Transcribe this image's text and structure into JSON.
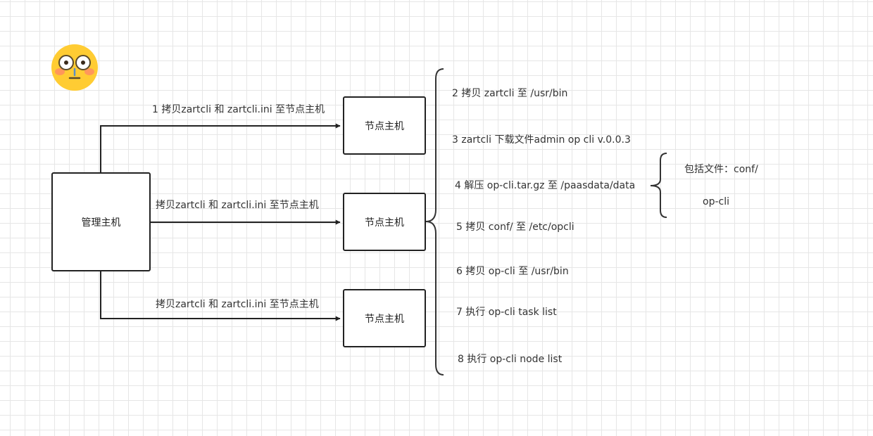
{
  "nodes": {
    "manager": "管理主机",
    "node_1": "节点主机",
    "node_2": "节点主机",
    "node_3": "节点主机"
  },
  "edges": {
    "copy_1": "1 拷贝zartcli 和 zartcli.ini 至节点主机",
    "copy_2": "拷贝zartcli 和 zartcli.ini 至节点主机",
    "copy_3": "拷贝zartcli 和 zartcli.ini 至节点主机"
  },
  "steps": [
    "2 拷贝 zartcli 至 /usr/bin",
    "3 zartcli 下载文件admin  op  cli  v.0.0.3",
    "4 解压 op-cli.tar.gz 至 /paasdata/data",
    "5 拷贝 conf/  至 /etc/opcli",
    "6 拷贝 op-cli 至 /usr/bin",
    "7 执行 op-cli task list",
    "8 执行 op-cli node list"
  ],
  "includes": {
    "line_1": "包括文件：conf/",
    "line_2": "op-cli"
  },
  "colors": {
    "line": "#222222",
    "grid": "#e6e6e6",
    "emoji_face": "#ffcc33",
    "emoji_cheek": "#ff8a65"
  },
  "icons": {
    "emoji": "flushed-face-icon"
  }
}
